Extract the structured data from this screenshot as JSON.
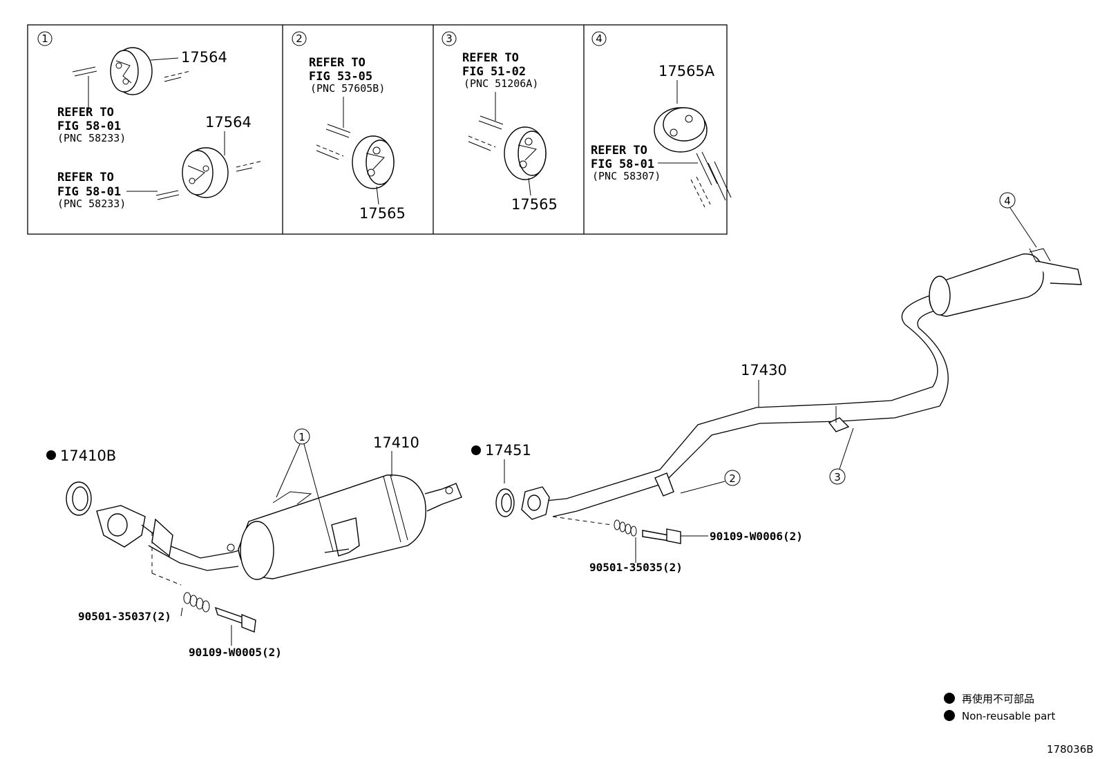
{
  "insets": [
    {
      "num": "1",
      "part_a": "17564",
      "part_b": "17564",
      "ref_a": [
        "REFER TO",
        "FIG 58-01",
        "(PNC 58233)"
      ],
      "ref_b": [
        "REFER TO",
        "FIG 58-01",
        "(PNC 58233)"
      ]
    },
    {
      "num": "2",
      "part": "17565",
      "ref": [
        "REFER TO",
        "FIG 53-05",
        "(PNC 57605B)"
      ]
    },
    {
      "num": "3",
      "part": "17565",
      "ref": [
        "REFER TO",
        "FIG 51-02",
        "(PNC 51206A)"
      ]
    },
    {
      "num": "4",
      "part": "17565A",
      "ref": [
        "REFER TO",
        "FIG 58-01",
        "(PNC 58307)"
      ]
    }
  ],
  "main": {
    "callouts": [
      "1",
      "2",
      "3",
      "4"
    ],
    "parts": {
      "gasket_front": "17410B",
      "converter": "17410",
      "gasket_mid": "17451",
      "tail_pipe": "17430",
      "spring_front": "90501-35037(2)",
      "bolt_front": "90109-W0005(2)",
      "spring_rear": "90501-35035(2)",
      "bolt_rear": "90109-W0006(2)"
    }
  },
  "legend": {
    "jp": "再使用不可部品",
    "en": "Non-reusable part"
  },
  "figure_id": "178036B"
}
